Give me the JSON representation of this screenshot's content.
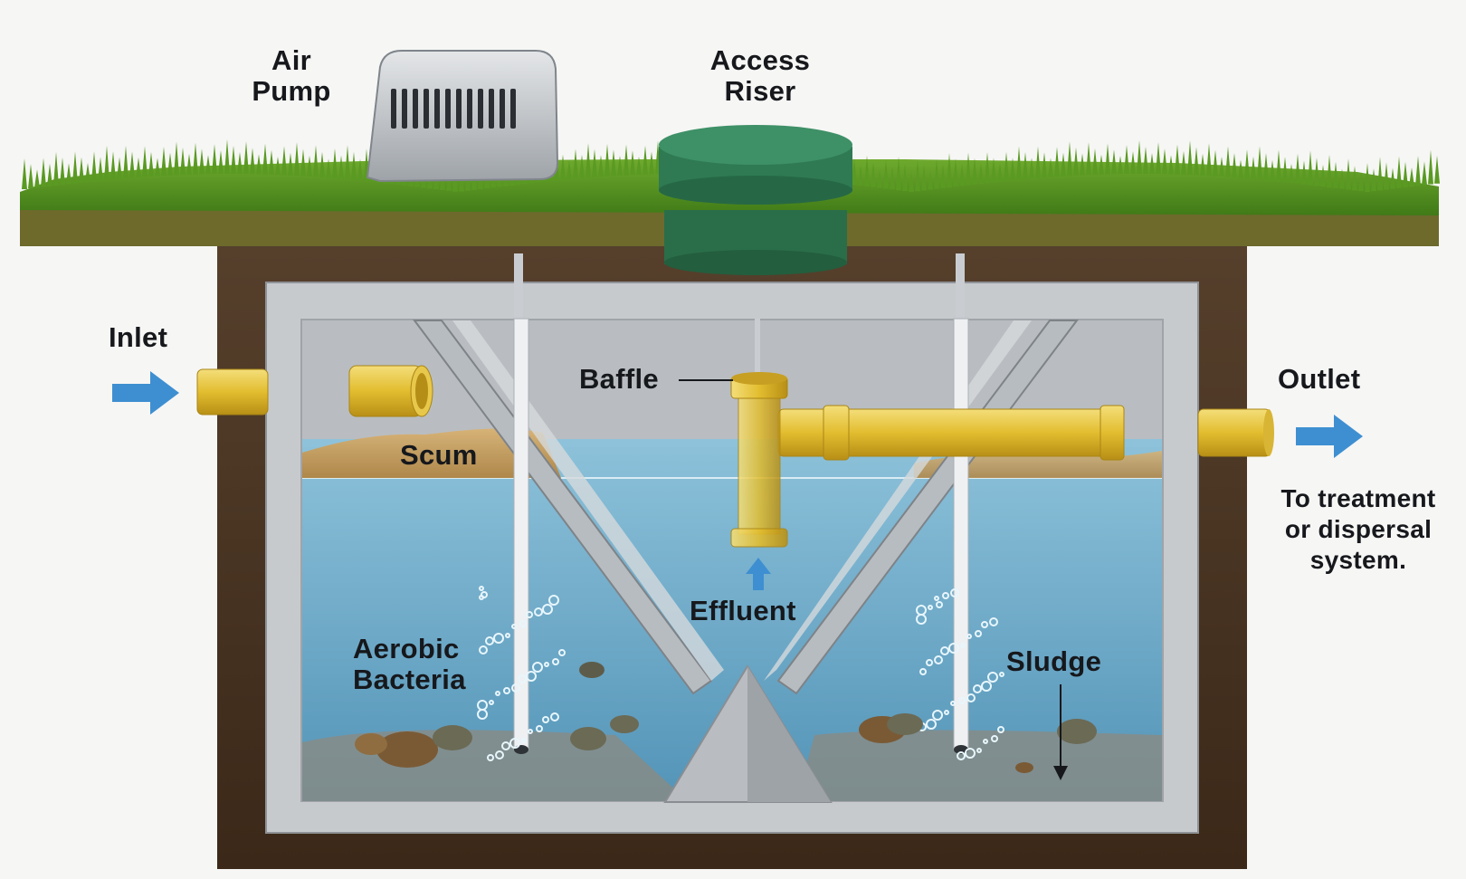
{
  "labels": {
    "air_pump": [
      "Air",
      "Pump"
    ],
    "access_riser": [
      "Access",
      "Riser"
    ],
    "inlet": "Inlet",
    "outlet": "Outlet",
    "outlet_note": [
      "To treatment",
      "or dispersal",
      "system."
    ],
    "baffle": "Baffle",
    "scum": "Scum",
    "effluent": "Effluent",
    "aerobic_bacteria": [
      "Aerobic",
      "Bacteria"
    ],
    "sludge": "Sludge"
  },
  "colors": {
    "grass": "#4f8f1e",
    "soil": "#4a3322",
    "tank_wall": "#c9ccd0",
    "water": "#6fb0cf",
    "scum": "#c9a063",
    "pipe": "#e6c43d",
    "riser": "#2f7a52",
    "arrow": "#3e8fd1"
  }
}
